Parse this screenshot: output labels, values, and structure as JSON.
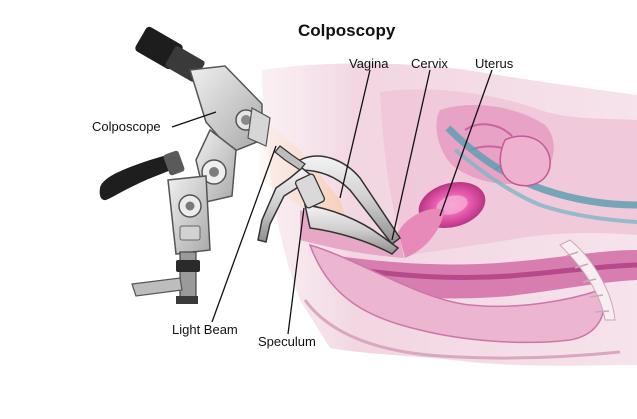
{
  "title": "Colposcopy",
  "labels": {
    "colposcope": "Colposcope",
    "vagina": "Vagina",
    "cervix": "Cervix",
    "uterus": "Uterus",
    "light_beam": "Light Beam",
    "speculum": "Speculum"
  },
  "colors": {
    "tissue_light": "#f3dce6",
    "tissue_mid": "#e8aac8",
    "tissue_dark": "#c9609a",
    "uterus_pink": "#e255a8",
    "vessel_teal": "#5f9fb0",
    "instrument_gray": "#8c8c8c",
    "instrument_dark": "#222222",
    "light_beam": "#f8d9b8"
  }
}
